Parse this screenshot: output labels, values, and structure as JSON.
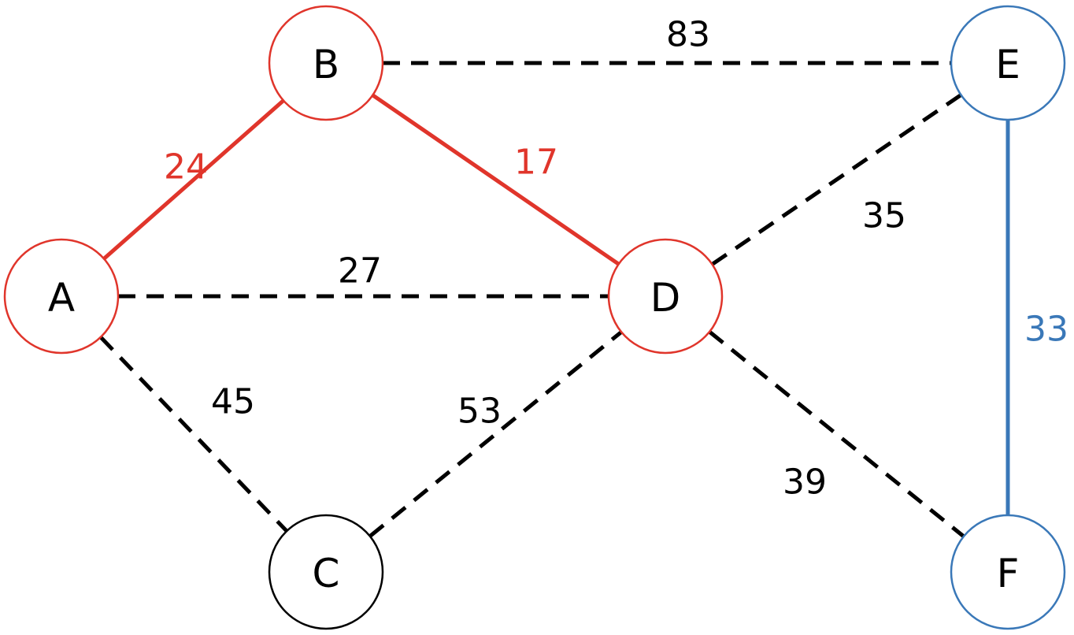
{
  "graph": {
    "colors": {
      "red": "#e0352b",
      "blue": "#3a78b8",
      "black": "#000000"
    },
    "nodes": [
      {
        "id": "A",
        "label": "A",
        "color": "red"
      },
      {
        "id": "B",
        "label": "B",
        "color": "red"
      },
      {
        "id": "C",
        "label": "C",
        "color": "black"
      },
      {
        "id": "D",
        "label": "D",
        "color": "red"
      },
      {
        "id": "E",
        "label": "E",
        "color": "blue"
      },
      {
        "id": "F",
        "label": "F",
        "color": "blue"
      }
    ],
    "edges": [
      {
        "from": "A",
        "to": "B",
        "weight": "24",
        "style": "solid",
        "color": "red"
      },
      {
        "from": "B",
        "to": "D",
        "weight": "17",
        "style": "solid",
        "color": "red"
      },
      {
        "from": "B",
        "to": "E",
        "weight": "83",
        "style": "dashed",
        "color": "black"
      },
      {
        "from": "A",
        "to": "D",
        "weight": "27",
        "style": "dashed",
        "color": "black"
      },
      {
        "from": "A",
        "to": "C",
        "weight": "45",
        "style": "dashed",
        "color": "black"
      },
      {
        "from": "C",
        "to": "D",
        "weight": "53",
        "style": "dashed",
        "color": "black"
      },
      {
        "from": "D",
        "to": "E",
        "weight": "35",
        "style": "dashed",
        "color": "black"
      },
      {
        "from": "D",
        "to": "F",
        "weight": "39",
        "style": "dashed",
        "color": "black"
      },
      {
        "from": "E",
        "to": "F",
        "weight": "33",
        "style": "solid",
        "color": "blue"
      }
    ]
  }
}
